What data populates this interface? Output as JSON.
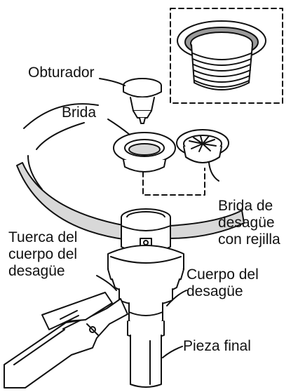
{
  "labels": {
    "obturador": "Obturador",
    "brida": "Brida",
    "brida_rejilla": [
      "Brida de",
      "desagüe",
      "con rejilla"
    ],
    "tuerca": [
      "Tuerca del",
      "cuerpo del",
      "desagüe"
    ],
    "cuerpo": [
      "Cuerpo del",
      "desagüe"
    ],
    "pieza_final": "Pieza final"
  },
  "colors": {
    "line": "#111111",
    "fill": "#ffffff",
    "shade": "#d8d8d8",
    "dark_shade": "#9a9a9a"
  }
}
